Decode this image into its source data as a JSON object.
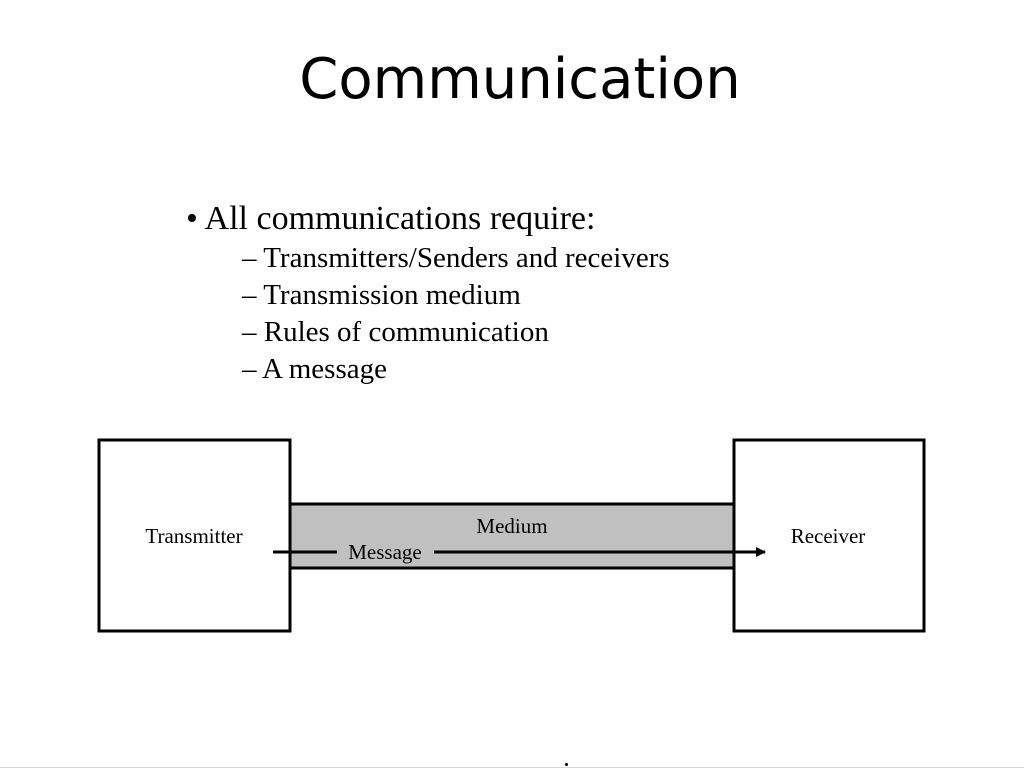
{
  "slide": {
    "title": "Communication",
    "bullet": {
      "marker": "•",
      "text": "All communications require:",
      "sub_marker": "–",
      "sub_items": [
        "Transmitters/Senders and receivers",
        "Transmission medium",
        "Rules of communication",
        "A message"
      ]
    }
  },
  "diagram": {
    "transmitter_label": "Transmitter",
    "receiver_label": "Receiver",
    "medium_label": "Medium",
    "message_label": "Message",
    "medium_fill": "#c0c0c0"
  }
}
